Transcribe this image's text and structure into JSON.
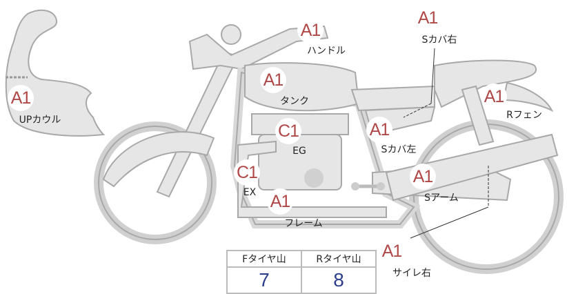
{
  "parts": [
    {
      "id": "up-cowl",
      "grade": "A1",
      "label": "UPカウル"
    },
    {
      "id": "handle",
      "grade": "A1",
      "label": "ハンドル"
    },
    {
      "id": "side-cover-right",
      "grade": "A1",
      "label": "Sカバ右"
    },
    {
      "id": "tank",
      "grade": "A1",
      "label": "タンク"
    },
    {
      "id": "rear-fender",
      "grade": "A1",
      "label": "Rフェン"
    },
    {
      "id": "engine",
      "grade": "C1",
      "label": "EG"
    },
    {
      "id": "side-cover-left",
      "grade": "A1",
      "label": "Sカバ左"
    },
    {
      "id": "exhaust",
      "grade": "C1",
      "label": "EX"
    },
    {
      "id": "swing-arm",
      "grade": "A1",
      "label": "Sアーム"
    },
    {
      "id": "frame",
      "grade": "A1",
      "label": "フレーム"
    },
    {
      "id": "silencer-right",
      "grade": "A1",
      "label": "サイレ右"
    }
  ],
  "tires": {
    "front_header": "Fタイヤ山",
    "rear_header": "Rタイヤ山",
    "front_value": "7",
    "rear_value": "8"
  },
  "colors": {
    "grade": "#b04848",
    "tire_value": "#2d3f8a",
    "part_fill": "#e6e6e6",
    "part_stroke": "#a8a8a8"
  }
}
